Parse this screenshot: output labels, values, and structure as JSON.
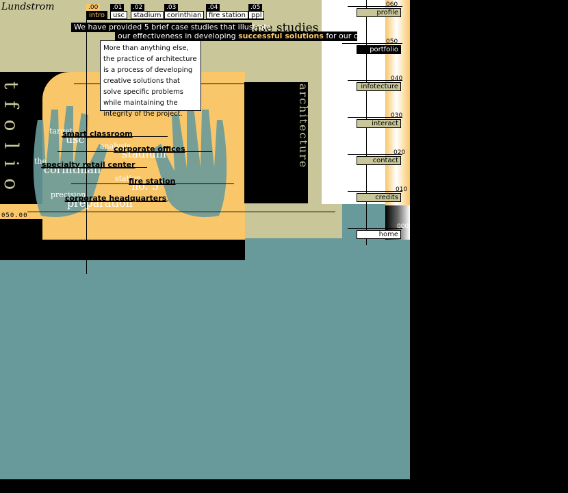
{
  "brand": "Lundstrom",
  "sidebar_title": "Portfolio",
  "counter": "050.00",
  "section_heading": "case studies",
  "vertical_label": "architecture",
  "banner": {
    "line1": "We have provided 5 brief case studies that illustrate",
    "line2_pre": "our effectiveness in developing ",
    "line2_highlight": "successful solutions",
    "line2_post": " for our clients."
  },
  "intro_text": "More than anything else, the practice of architecture is a process of developing creative solutions that solve specific problems while maintaining the integrity  of the project.",
  "tabs": [
    {
      "num": ".00",
      "label": "intro"
    },
    {
      "num": ".01",
      "label": "usc"
    },
    {
      "num": ".02",
      "label": "stadium"
    },
    {
      "num": ".03",
      "label": "corinthian"
    },
    {
      "num": ".04",
      "label": "fire station"
    },
    {
      "num": ".05",
      "label": "ppl"
    }
  ],
  "projects": [
    {
      "label": "smart classroom",
      "ghost_small": "target",
      "ghost_big": "usc"
    },
    {
      "label": "corporate offices",
      "ghost_small": "analysis",
      "ghost_big": "stadium"
    },
    {
      "label": "specialty retail center",
      "ghost_small": "the",
      "ghost_big": "corinthian"
    },
    {
      "label": "fire station",
      "ghost_small": "station",
      "ghost_big": "no. 5"
    },
    {
      "label": "corporate headquarters",
      "ghost_small": "precision",
      "ghost_big": "preparation"
    }
  ],
  "right_nav": [
    {
      "num": "060",
      "label": "profile"
    },
    {
      "num": "050",
      "label": "portfolio"
    },
    {
      "num": "040",
      "label": "infotecture"
    },
    {
      "num": "030",
      "label": "interact"
    },
    {
      "num": "020",
      "label": "contact"
    },
    {
      "num": "010",
      "label": "credits"
    },
    {
      "num": "000",
      "label": "home"
    }
  ],
  "colors": {
    "gold": "#f9c769",
    "khaki": "#c9c79a",
    "teal": "#689a9b",
    "black": "#000000"
  }
}
